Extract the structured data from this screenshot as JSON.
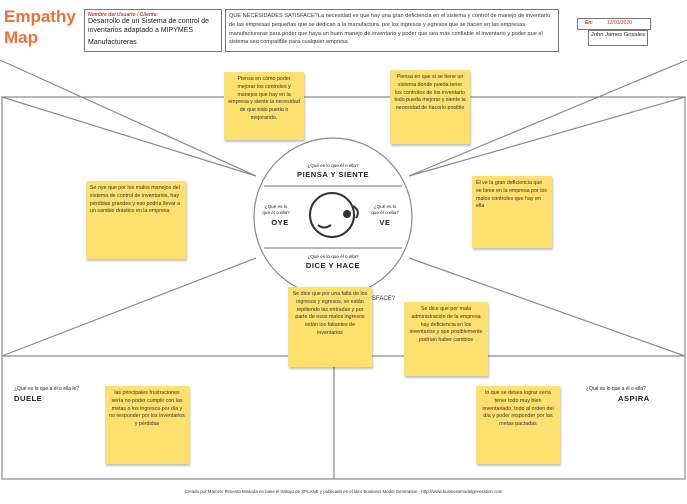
{
  "header": {
    "title_line1": "Empathy",
    "title_line2": "Map",
    "client_label": "Nombre del Usuario / Cliente:",
    "client_text": "Desarrollo de un Sistema de control de inventarios adaptado a MIPYMES",
    "client_sub": "Manufactureras",
    "need_text": "QUE NECESIDADES SATISFACE?La necesidad es que hay una gran deficiencia en el sistema y control de manejo de inventario de las empresas  pequeñas que se dedican a la manufactura, por los ingresos y egresos que se hacen en las empresas manufactureras para poder que haya un buen manejo de inventario y poder que sea más confiable el inventario  y poder que el sistema sea compatible para cualquier empresa",
    "date_label": "En:",
    "date_value": "12/03/2020",
    "author_name": "John James Grisales"
  },
  "center": {
    "think_question": "¿Qué es lo que él o ella?",
    "think_label": "PIENSA Y SIENTE",
    "hear_question": "¿Qué es lo que él o ella?",
    "hear_label": "OYE",
    "see_question": "¿Qué es lo que él o ella?",
    "see_label": "VE",
    "do_question": "¿Qué es lo que él o ella?",
    "do_label": "DICE Y HACE",
    "residual_text": "SFACE?"
  },
  "bottom": {
    "pain_question": "¿Qué es lo que a él o ella le?",
    "pain_label": "DUELE",
    "gain_question": "¿Qué es lo que a él o ella?",
    "gain_label": "ASPIRA"
  },
  "notes": {
    "think_1": "Piensa en cómo poder mejorar los controles y manejos que hay en la empresa y siente la necesidad de que todo pueda ir mejorando.",
    "think_2": "Piensa en que si se tiene un sistema donde pueda tener los controles de los inventario todo pueda mejorar  y siente la necesidad de hacerlo posible",
    "hear": "Se oye que por los malos manejos del sistema de control de inventarios, hay pérdidas grandes y eso podría llevar a un cambio drástico en la empresa",
    "see": "Él ve la gran deficiencia que se tiene en la empresa por los malos controles que hay en ella",
    "do_1": "Se dice que por una falta de los ingresos y egresos, se están repitiendo las entradas y por parte de esos malos ingresos están los faltantes de inventarios",
    "do_2": "Se dice que por mala administración de la empresa hay deficiencia en los inventarios y que posiblemente podrían haber cambios",
    "pain": "las principales frustraciones sería no poder cumplir con las metas o los ingresos por día y no responder por los inventarios y pérdidas",
    "gain": "lo que se desea lograr sería tener todo muy bien inventariado, todo al orden del día y poder responder por las metas pactadas"
  },
  "footer": {
    "credit": "Creado por Marcelo Pimenta Miranda en base el trabajo de XPLANE y publicado en el libro Business Model Generation - http://www.businessmodelgeneration.com"
  },
  "colors": {
    "accent": "#e8713c",
    "note": "#fde06d",
    "line": "#8a8a8a"
  }
}
